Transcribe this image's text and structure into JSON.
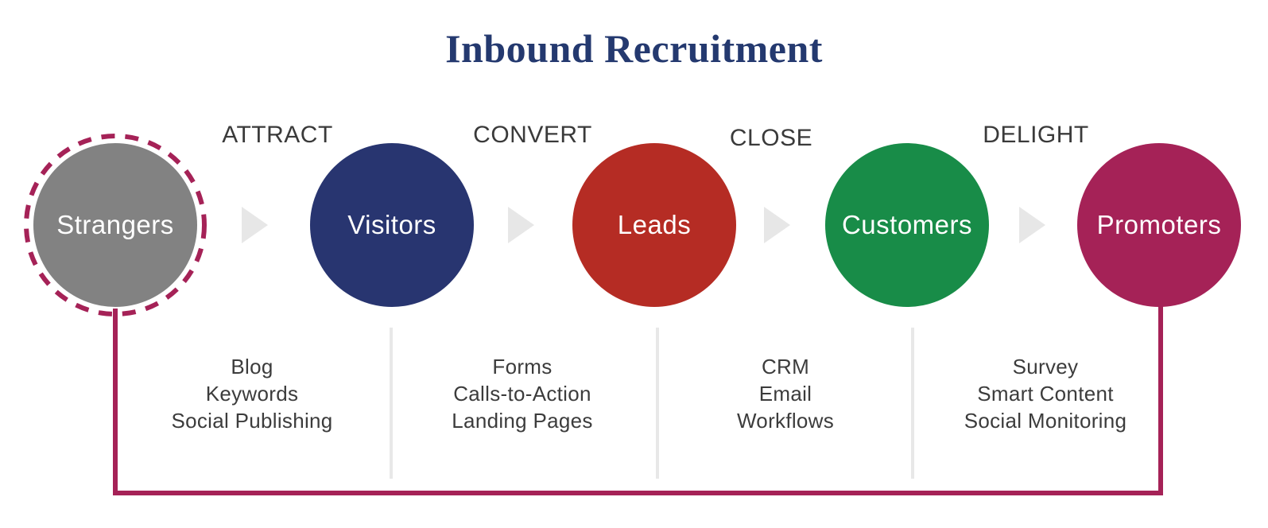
{
  "title": "Inbound Recruitment",
  "colors": {
    "title_text": "#24396f",
    "loop_line": "#a52257",
    "dashed_ring": "#a52257",
    "phase_label_text": "#3a3a3a",
    "tool_text": "#3c3c3c",
    "arrow": "#e7e7e7",
    "divider": "#e8e8e8"
  },
  "funnel": {
    "stages": [
      {
        "label": "Strangers",
        "color": "#828282"
      },
      {
        "label": "Visitors",
        "color": "#283570"
      },
      {
        "label": "Leads",
        "color": "#b52c24"
      },
      {
        "label": "Customers",
        "color": "#188c48"
      },
      {
        "label": "Promoters",
        "color": "#a52257"
      }
    ],
    "phases": [
      "ATTRACT",
      "CONVERT",
      "CLOSE",
      "DELIGHT"
    ],
    "tool_groups": [
      {
        "items": [
          "Blog",
          "Keywords",
          "Social Publishing"
        ]
      },
      {
        "items": [
          "Forms",
          "Calls-to-Action",
          "Landing Pages"
        ]
      },
      {
        "items": [
          "CRM",
          "Email",
          "Workflows"
        ]
      },
      {
        "items": [
          "Survey",
          "Smart Content",
          "Social Monitoring"
        ]
      }
    ]
  }
}
